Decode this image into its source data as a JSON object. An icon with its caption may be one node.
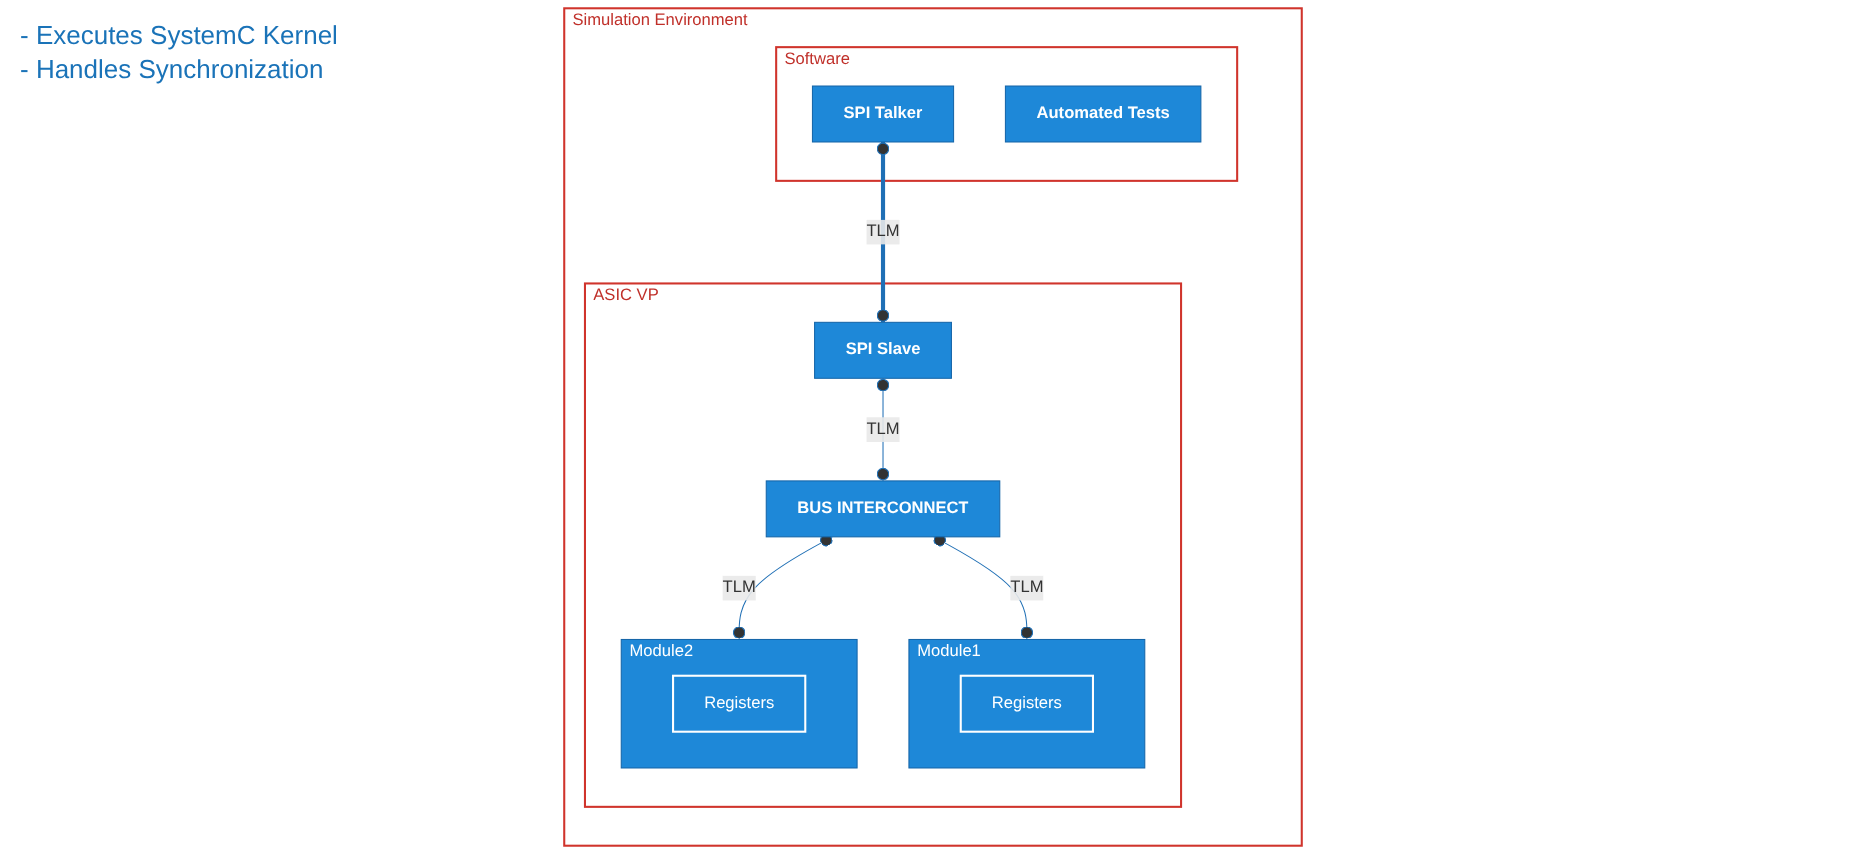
{
  "diagram": {
    "nodes": [
      {
        "text": [
          "Simulation Environment"
        ]
      },
      {
        "text": [
          "Software"
        ],
        "in": 0
      },
      {
        "text": [
          "Automated Tests"
        ],
        "in": 1
      },
      {
        "text": [
          "SPI Talker"
        ],
        "in": 1
      },
      {
        "text": [
          "ASIC VP"
        ],
        "in": 0
      },
      {
        "text": [
          "Module1"
        ],
        "in": 4
      },
      {
        "text": [
          "Registers"
        ],
        "in": 5
      },
      {
        "text": [
          "Module2"
        ],
        "in": 4
      },
      {
        "text": [
          "Registers"
        ],
        "in": 7
      },
      {
        "text": [
          "SPI Slave"
        ],
        "in": 4
      },
      {
        "text": [
          "BUS INTERCONNECT"
        ],
        "in": 4
      }
    ],
    "edges": [
      {
        "from": 3,
        "to": 9,
        "arrow": "other",
        "label": "TLM",
        "style": "thick"
      },
      {
        "from": 9,
        "to": 10,
        "arrow": "other",
        "label": "TLM"
      },
      {
        "from": 10,
        "to": 5,
        "arrow": "other",
        "label": "TLM"
      },
      {
        "from": 10,
        "to": 7,
        "arrow": "other",
        "label": "TLM"
      }
    ],
    "labels": [
      "- Executes SystemC Kernel",
      "- Handles Synchronization"
    ]
  }
}
